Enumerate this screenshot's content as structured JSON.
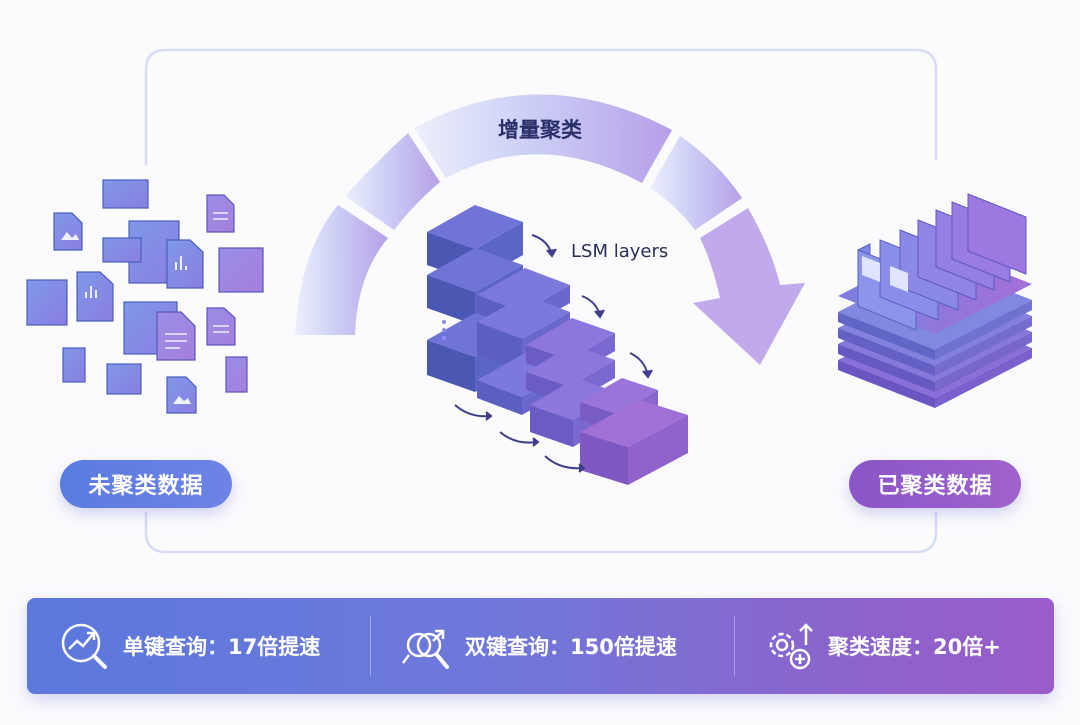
{
  "diagram": {
    "arc_label": "增量聚类",
    "lsm_label": "LSM layers",
    "left_badge": "未聚类数据",
    "right_badge": "已聚类数据"
  },
  "stats": [
    {
      "icon": "trend-magnifier-icon",
      "text": "单键查询：17倍提速"
    },
    {
      "icon": "double-ring-search-icon",
      "text": "双键查询：150倍提速"
    },
    {
      "icon": "gears-plus-icon",
      "text": "聚类速度：20倍+"
    }
  ],
  "colors": {
    "left_accent": "#5a7be0",
    "right_accent": "#9a5cc9",
    "text_dark": "#2a2f6a"
  }
}
